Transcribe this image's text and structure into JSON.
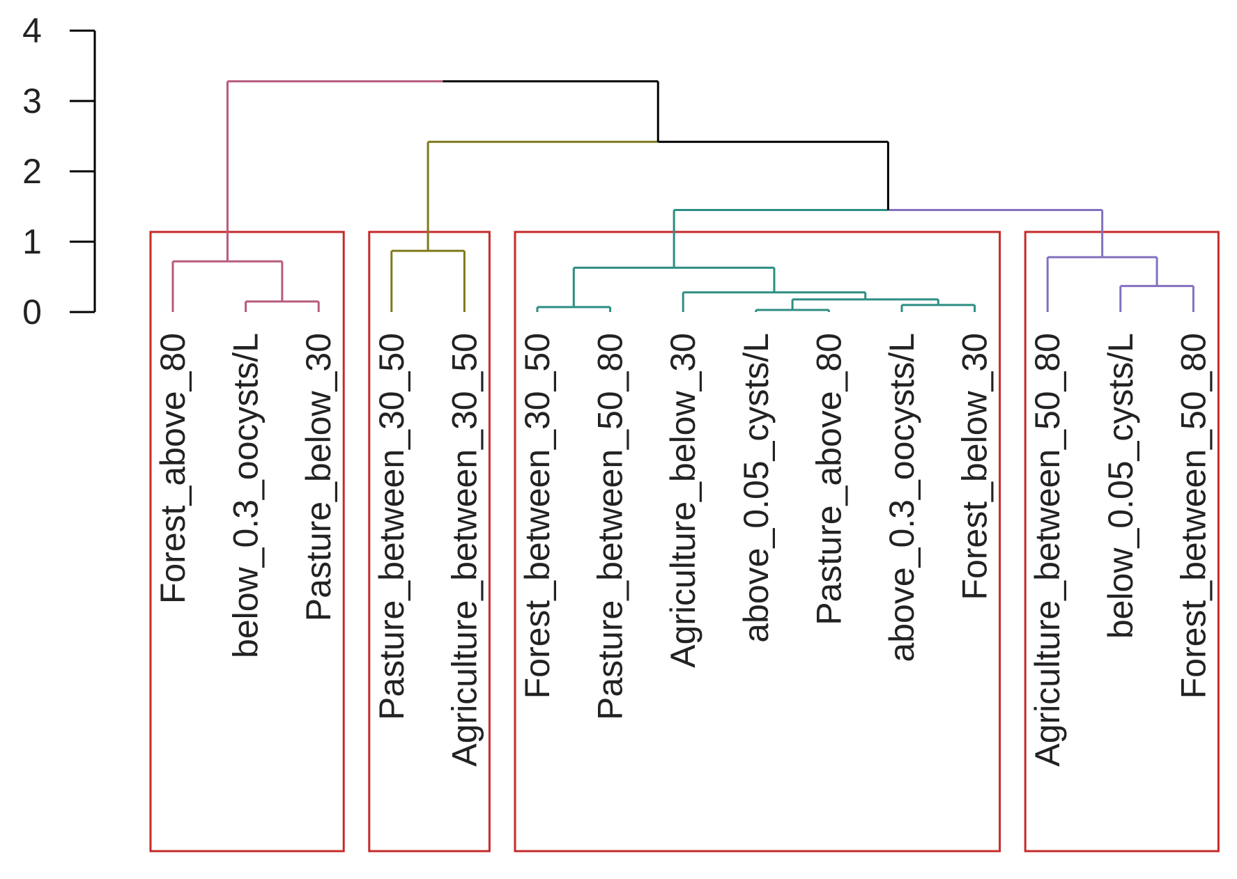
{
  "chart_data": {
    "type": "dendrogram",
    "title": "",
    "xlabel": "",
    "ylabel": "",
    "ylim": [
      0,
      4
    ],
    "y_ticks": [
      "0",
      "1",
      "2",
      "3",
      "4"
    ],
    "leaves": [
      "Forest_above_80",
      "below_0.3_oocysts/L",
      "Pasture_below_30",
      "Pasture_between_30_50",
      "Agriculture_between_30_50",
      "Forest_between_30_50",
      "Pasture_between_50_80",
      "Agriculture_below_30",
      "above_0.05_cysts/L",
      "Pasture_above_80",
      "above_0.3_oocysts/L",
      "Forest_below_30",
      "Agriculture_between_50_80",
      "below_0.05_cysts/L",
      "Forest_between_50_80"
    ],
    "merges": [
      {
        "left": "L8",
        "right": "L9",
        "height": 0.03
      },
      {
        "left": "L10",
        "right": "L11",
        "height": 0.1
      },
      {
        "left": "M0",
        "right": "M1",
        "height": 0.18
      },
      {
        "left": "L1",
        "right": "L2",
        "height": 0.15
      },
      {
        "left": "L5",
        "right": "L6",
        "height": 0.07
      },
      {
        "left": "L7",
        "right": "M2",
        "height": 0.28
      },
      {
        "left": "L13",
        "right": "L14",
        "height": 0.37
      },
      {
        "left": "M4",
        "right": "M5",
        "height": 0.63
      },
      {
        "left": "L0",
        "right": "M3",
        "height": 0.72
      },
      {
        "left": "L12",
        "right": "M6",
        "height": 0.78
      },
      {
        "left": "L3",
        "right": "L4",
        "height": 0.87
      },
      {
        "left": "M7",
        "right": "M9",
        "height": 1.45
      },
      {
        "left": "M10",
        "right": "M11",
        "height": 2.42
      },
      {
        "left": "M8",
        "right": "M12",
        "height": 3.28
      }
    ],
    "clusters": [
      {
        "leaves": [
          0,
          2
        ],
        "color": "#b85a7e"
      },
      {
        "leaves": [
          3,
          4
        ],
        "color": "#7e7a1c"
      },
      {
        "leaves": [
          5,
          11
        ],
        "color": "#2c8e82"
      },
      {
        "leaves": [
          12,
          14
        ],
        "color": "#8370bf"
      }
    ],
    "colors": {
      "trunk": "#000000",
      "axis": "#000000",
      "cluster_box": "#c62a2a"
    },
    "grid": false,
    "legend": "none"
  }
}
